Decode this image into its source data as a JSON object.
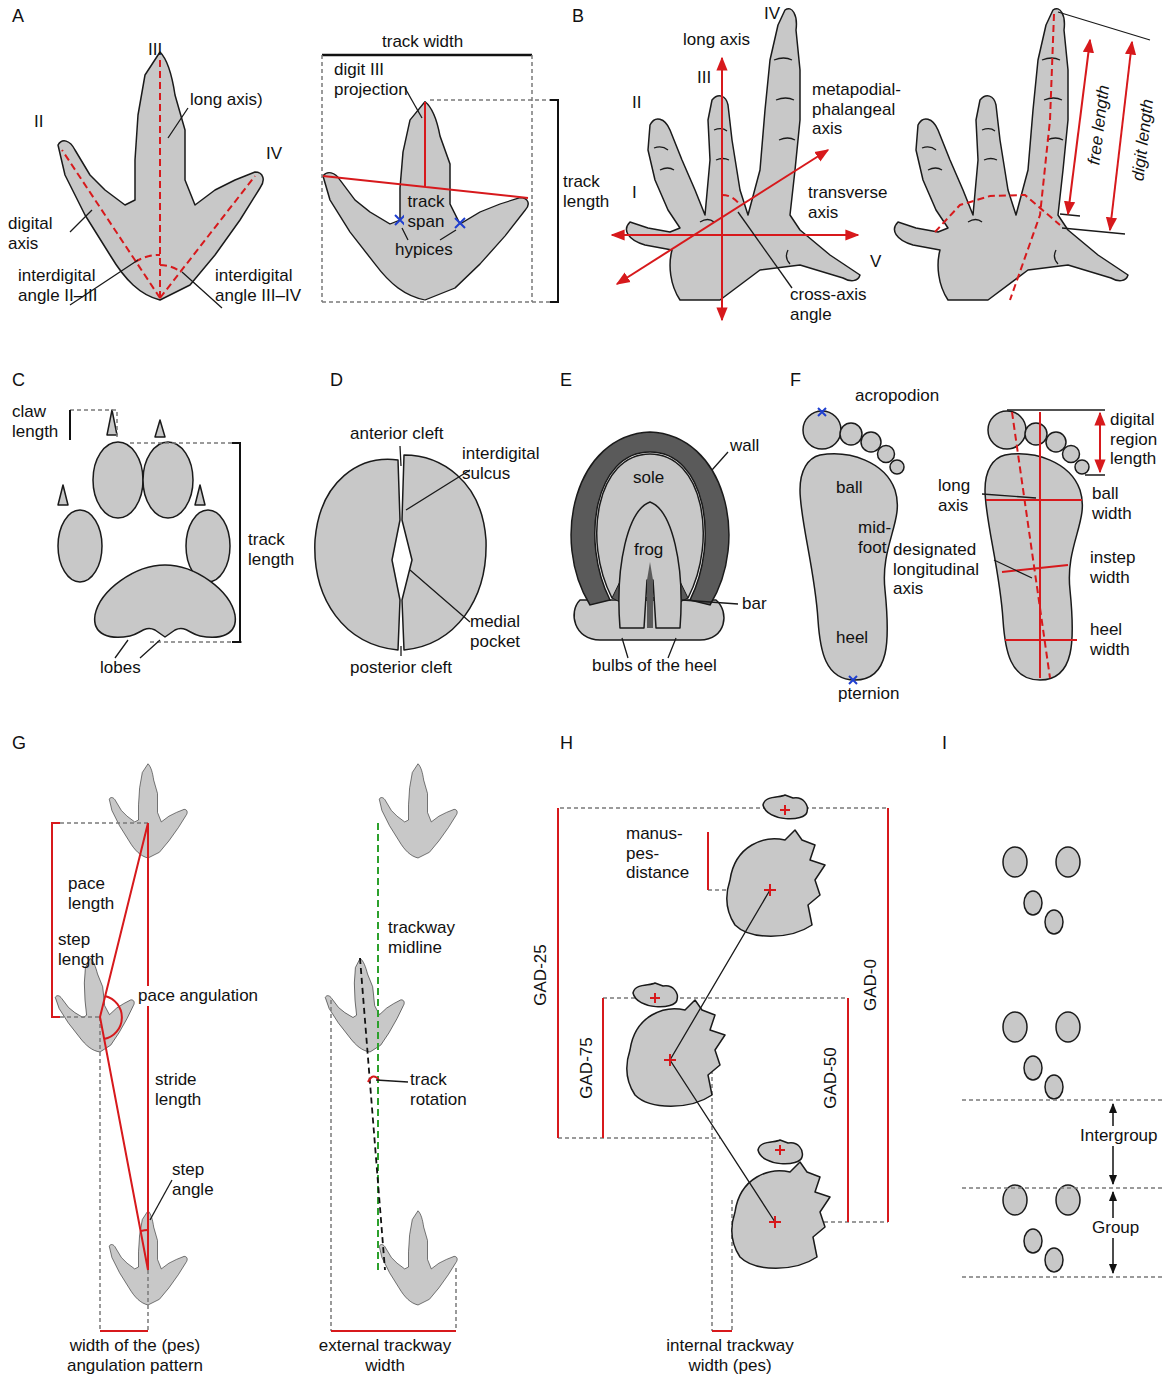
{
  "diagram": {
    "labels": [
      "A",
      "B",
      "C",
      "D",
      "E",
      "F",
      "G",
      "H",
      "I",
      "III",
      "II",
      "IV",
      "long axis)",
      "digital axis",
      "interdigital angle II–III",
      "interdigital angle III–IV",
      "track width",
      "digit III projection",
      "track span",
      "track length",
      "hypices",
      "IV",
      "long axis",
      "III",
      "II",
      "metapodial-phalangeal axis",
      "I",
      "transverse axis",
      "cross-axis angle",
      "V",
      "free length",
      "digit length",
      "claw length",
      "track length",
      "lobes",
      "anterior cleft",
      "interdigital sulcus",
      "medial pocket",
      "posterior cleft",
      "sole",
      "wall",
      "frog",
      "bar",
      "bulbs of the heel",
      "acropodion",
      "ball",
      "mid-foot",
      "heel",
      "pternion",
      "digital region length",
      "long axis",
      "ball width",
      "instep width",
      "designated longitudinal axis",
      "heel width",
      "pace length",
      "step length",
      "pace angulation",
      "stride length",
      "step angle",
      "width of the (pes) angulation pattern",
      "trackway midline",
      "track rotation",
      "external trackway width",
      "manus-pes-distance",
      "GAD-25",
      "GAD-75",
      "GAD-50",
      "GAD-0",
      "internal trackway width (pes)",
      "Intergroup",
      "Group"
    ]
  }
}
